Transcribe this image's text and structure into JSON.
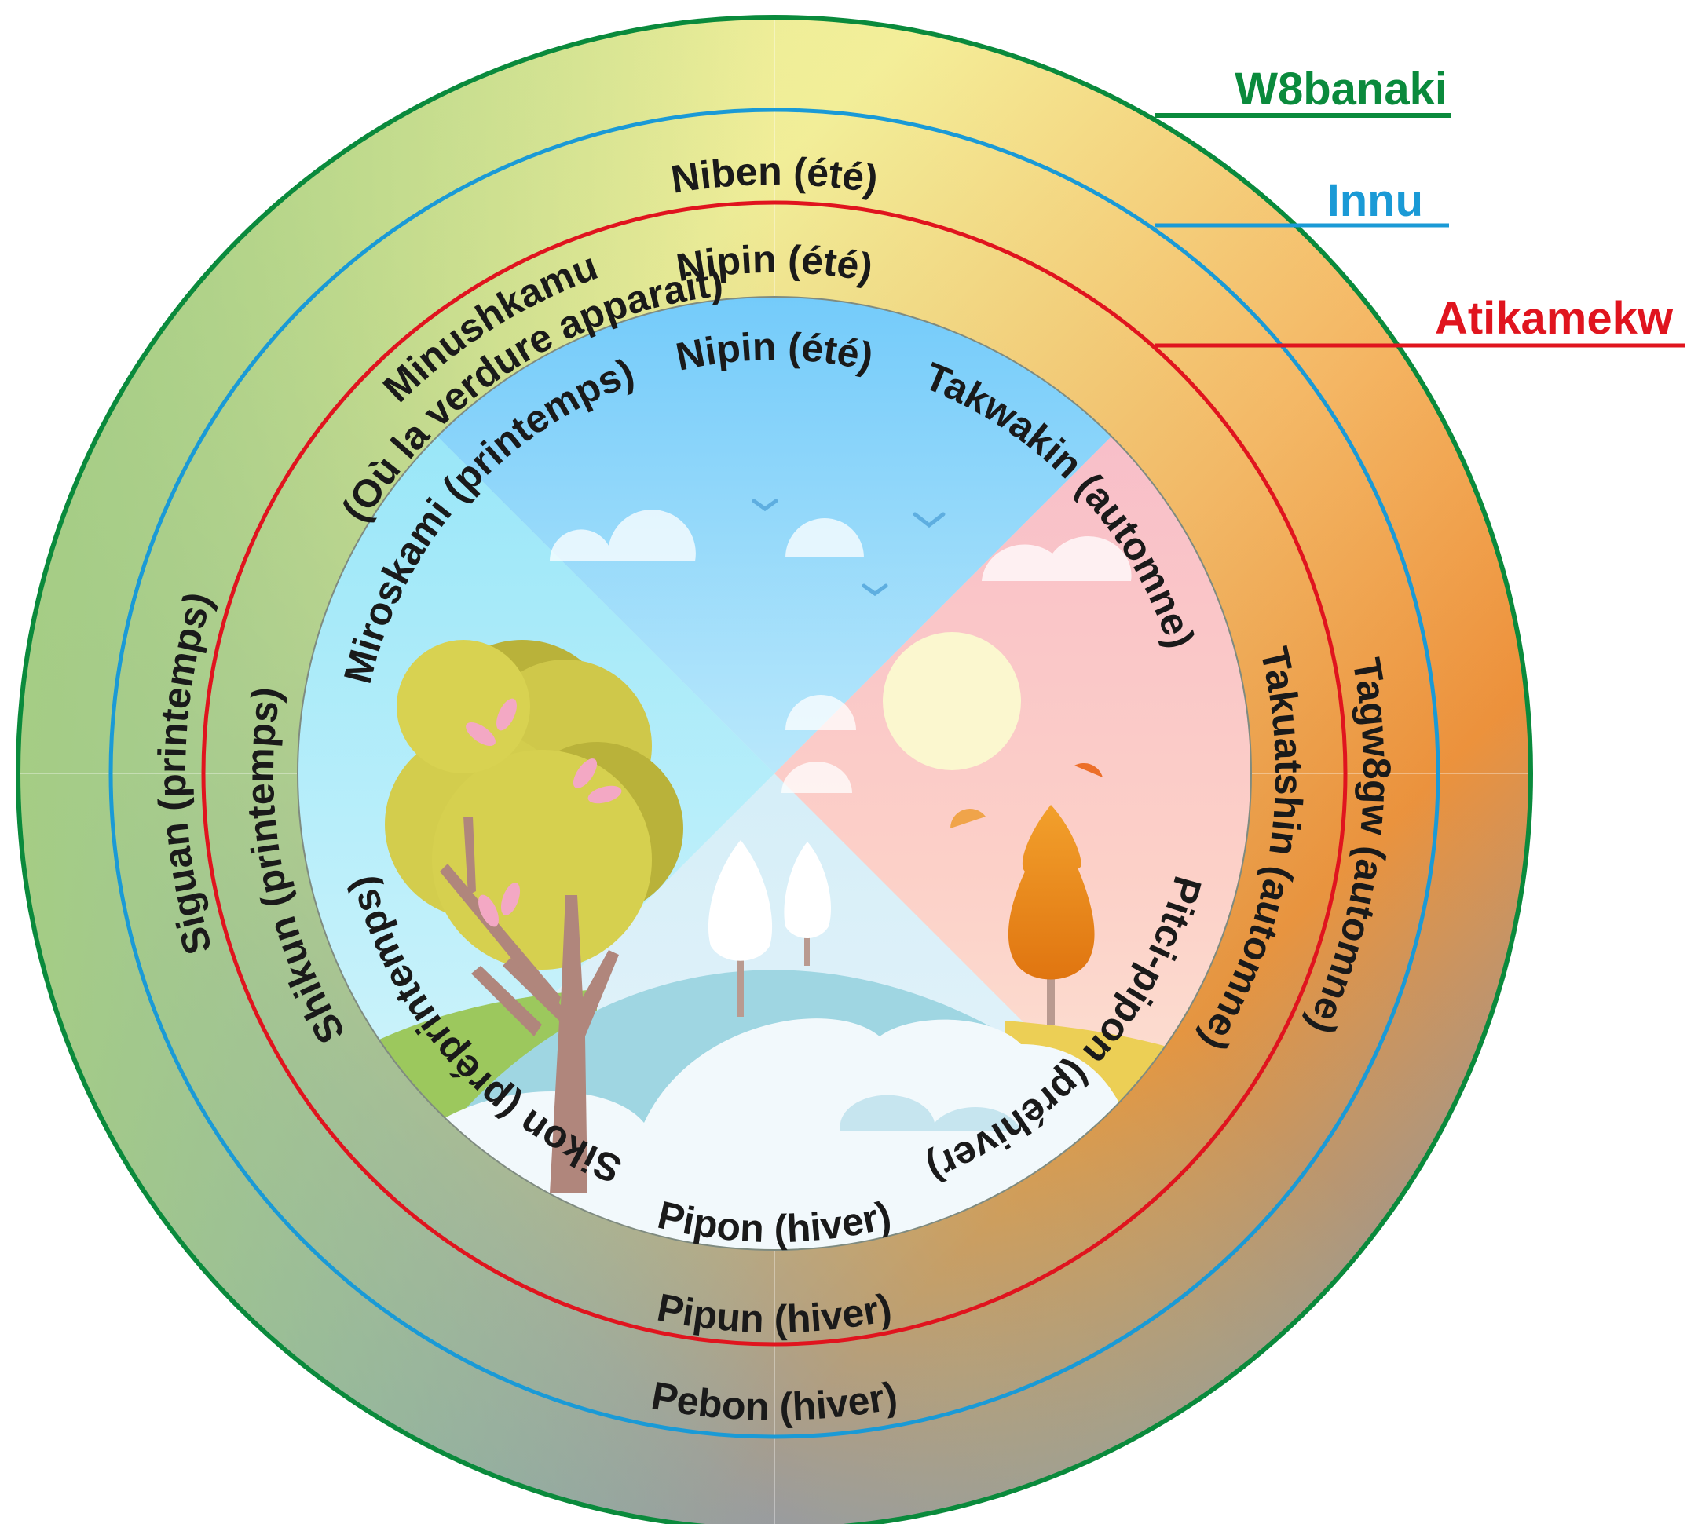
{
  "legend": [
    {
      "id": "w8banaki",
      "label": "W8banaki",
      "color": "#0a8a3c"
    },
    {
      "id": "innu",
      "label": "Innu",
      "color": "#1a9ad6"
    },
    {
      "id": "atikamekw",
      "label": "Atikamekw",
      "color": "#e0141e"
    }
  ],
  "rings": {
    "w8banaki": {
      "summer": "Niben (été)",
      "autumn": "Tagw8gw (automne)",
      "winter": "Pebon (hiver)",
      "spring": "Siguan (printemps)"
    },
    "innu": {
      "summer": "Nipin (été)",
      "autumn": "Takuatshin (automne)",
      "winter": "Pipun (hiver)",
      "spring": "Shikun (printemps)",
      "late_spring": "Minushkamu",
      "late_spring_note": "(Où la verdure apparait)"
    },
    "atikamekw": {
      "summer": "Nipin (été)",
      "autumn": "Takwakin (automne)",
      "prewinter": "Pitci-pipon (préhiver)",
      "winter": "Pipon (hiver)",
      "prespring": "Sikon (préprintemps)",
      "spring": "Miroskami (printemps)"
    }
  },
  "colors": {
    "summer": "#f8f19c",
    "autumn": "#f08a2c",
    "winter": "#5c8fd6",
    "spring": "#a8d08a"
  }
}
